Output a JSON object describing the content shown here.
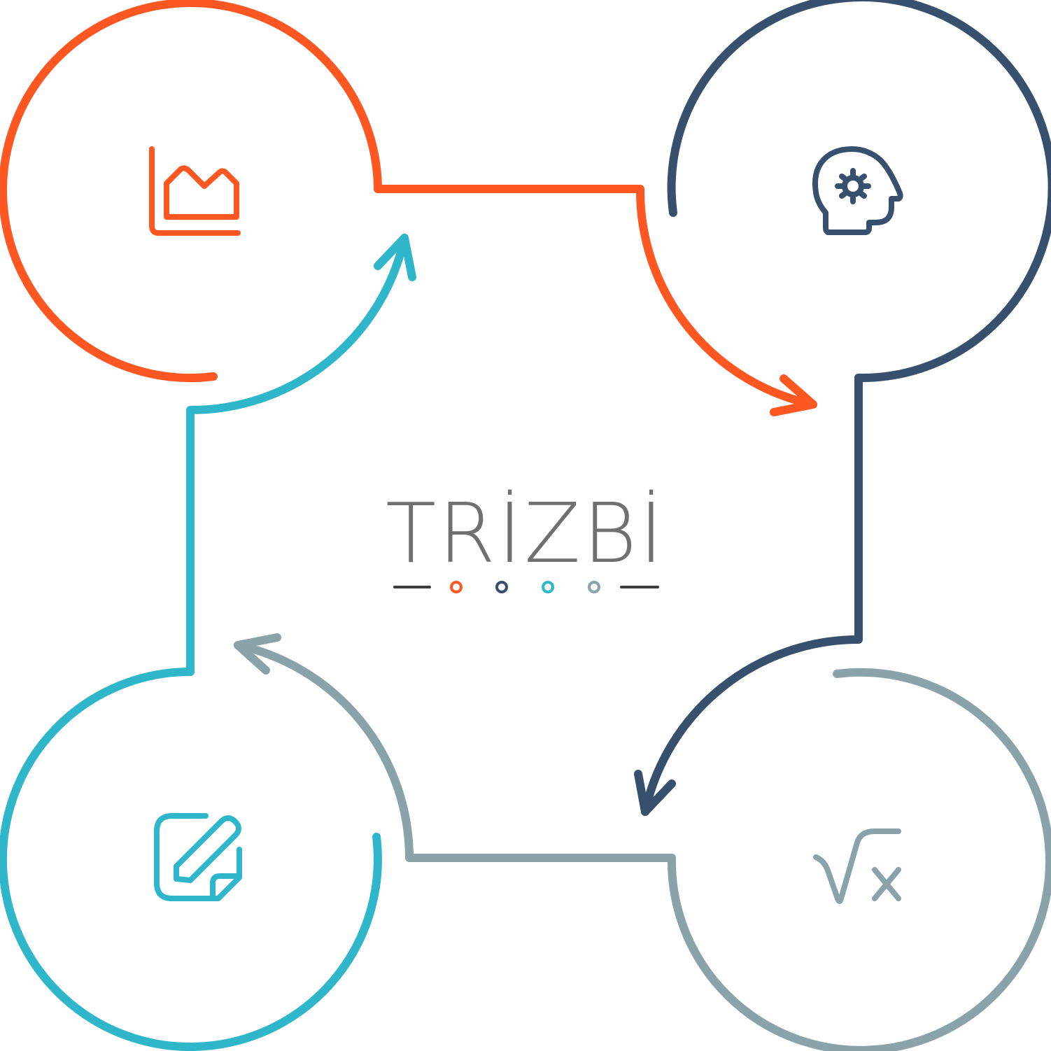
{
  "brand": {
    "name": "TRİZBİ"
  },
  "colors": {
    "orange": "#FF5722",
    "navy": "#36506E",
    "teal": "#2FB6CA",
    "gray": "#8AA3AB",
    "text": "#6F7072",
    "divider": "#3C3C3C"
  },
  "nodes": [
    {
      "id": "top-left",
      "icon": "area-chart-icon",
      "color": "#FF5722"
    },
    {
      "id": "top-right",
      "icon": "head-gear-icon",
      "color": "#36506E"
    },
    {
      "id": "bottom-right",
      "icon": "square-root-x-icon",
      "color": "#8AA3AB"
    },
    {
      "id": "bottom-left",
      "icon": "note-edit-icon",
      "color": "#2FB6CA"
    }
  ],
  "flow_order": [
    "top-left",
    "top-right",
    "bottom-right",
    "bottom-left"
  ]
}
